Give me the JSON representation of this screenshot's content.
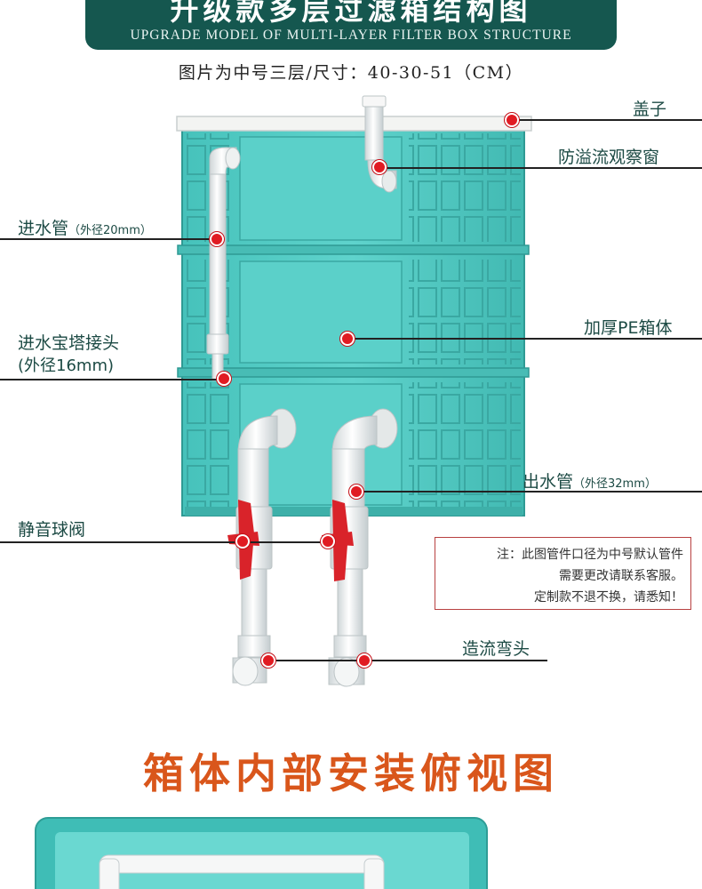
{
  "banner": {
    "title_cn": "升级款多层过滤箱结构图",
    "title_en": "UPGRADE MODEL OF MULTI-LAYER FILTER BOX STRUCTURE"
  },
  "subtitle": "图片为中号三层/尺寸：40-30-51（CM）",
  "labels": {
    "lid": "盖子",
    "overflow_window": "防溢流观察窗",
    "inlet_pipe": "进水管",
    "inlet_pipe_note": "（外径20mm）",
    "inlet_connector_line1": "进水宝塔接头",
    "inlet_connector_line2": "(外径16mm)",
    "pe_box": "加厚PE箱体",
    "outlet_pipe": "出水管",
    "outlet_pipe_note": "（外径32mm）",
    "ball_valve": "静音球阀",
    "elbow": "造流弯头"
  },
  "note": {
    "line1": "注：此图管件口径为中号默认管件",
    "line2": "需要更改请联系客服。",
    "line3": "定制款不退不换，请悉知！"
  },
  "section_title": "箱体内部安装俯视图",
  "colors": {
    "banner": "#15574f",
    "box": "#52cbc4",
    "accent_red": "#e01b22",
    "section_title": "#d9561b"
  }
}
